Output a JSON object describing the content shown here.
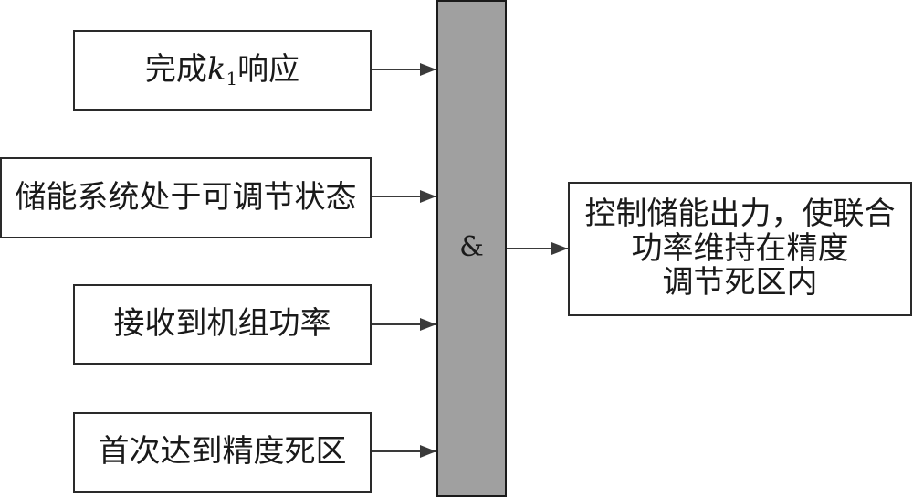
{
  "diagram": {
    "inputs": [
      {
        "id": "k1-response",
        "prefix": "完成",
        "var": "k",
        "sub": "1",
        "suffix": "响应"
      },
      {
        "id": "storage-adjustable",
        "text": "储能系统处于可调节状态"
      },
      {
        "id": "unit-power-received",
        "text": "接收到机组功率"
      },
      {
        "id": "first-deadband",
        "text": "首次达到精度死区"
      }
    ],
    "gate": {
      "symbol": "&",
      "fill": "#a0a0a0"
    },
    "output": {
      "lines": [
        "控制储能出力，使联合",
        "功率维持在精度",
        "调节死区内"
      ]
    },
    "edges": [
      {
        "from": "k1-response",
        "to": "gate"
      },
      {
        "from": "storage-adjustable",
        "to": "gate"
      },
      {
        "from": "unit-power-received",
        "to": "gate"
      },
      {
        "from": "first-deadband",
        "to": "gate"
      },
      {
        "from": "gate",
        "to": "output"
      }
    ]
  }
}
